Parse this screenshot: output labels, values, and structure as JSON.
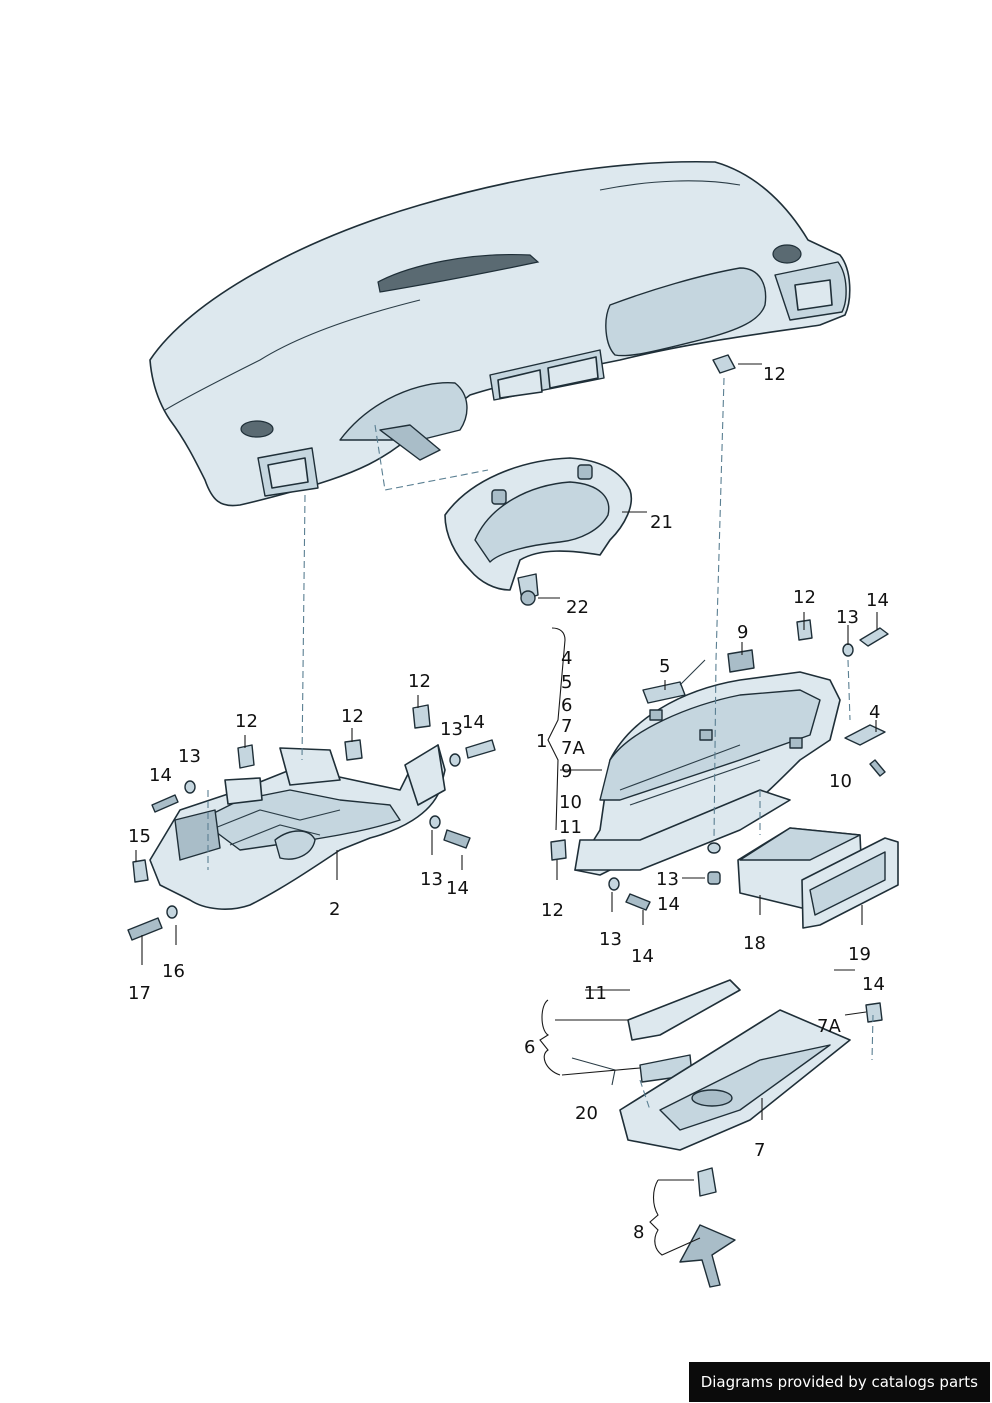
{
  "footer": {
    "credit": "Diagrams provided by catalogs parts"
  },
  "callouts": [
    {
      "id": "c21",
      "text": "21"
    },
    {
      "id": "c12a",
      "text": "12"
    },
    {
      "id": "c22",
      "text": "22"
    },
    {
      "id": "c4",
      "text": "4"
    },
    {
      "id": "c5",
      "text": "5"
    },
    {
      "id": "c6",
      "text": "6"
    },
    {
      "id": "c7",
      "text": "7"
    },
    {
      "id": "c7A",
      "text": "7A"
    },
    {
      "id": "c1",
      "text": "1"
    },
    {
      "id": "c9",
      "text": "9"
    },
    {
      "id": "c10",
      "text": "10"
    },
    {
      "id": "c11",
      "text": "11"
    },
    {
      "id": "c12b",
      "text": "12"
    },
    {
      "id": "c12c",
      "text": "12"
    },
    {
      "id": "c13a",
      "text": "13"
    },
    {
      "id": "c14a",
      "text": "14"
    },
    {
      "id": "c9b",
      "text": "9"
    },
    {
      "id": "c5b",
      "text": "5"
    },
    {
      "id": "c4b",
      "text": "4"
    },
    {
      "id": "c10b",
      "text": "10"
    },
    {
      "id": "c13b",
      "text": "13"
    },
    {
      "id": "c14b",
      "text": "14"
    },
    {
      "id": "c13c",
      "text": "13"
    },
    {
      "id": "c18",
      "text": "18"
    },
    {
      "id": "c19",
      "text": "19"
    },
    {
      "id": "c14c",
      "text": "14"
    },
    {
      "id": "c12d",
      "text": "12"
    },
    {
      "id": "c12e",
      "text": "12"
    },
    {
      "id": "c12f",
      "text": "12"
    },
    {
      "id": "c13d",
      "text": "13"
    },
    {
      "id": "c14d",
      "text": "14"
    },
    {
      "id": "c13e",
      "text": "13"
    },
    {
      "id": "c14e",
      "text": "14"
    },
    {
      "id": "c13f",
      "text": "13"
    },
    {
      "id": "c14f",
      "text": "14"
    },
    {
      "id": "c15",
      "text": "15"
    },
    {
      "id": "c2",
      "text": "2"
    },
    {
      "id": "c17",
      "text": "17"
    },
    {
      "id": "c16",
      "text": "16"
    },
    {
      "id": "c14g",
      "text": "14"
    },
    {
      "id": "c11b",
      "text": "11"
    },
    {
      "id": "c7Ab",
      "text": "7A"
    },
    {
      "id": "c6b",
      "text": "6"
    },
    {
      "id": "c20",
      "text": "20"
    },
    {
      "id": "c7b",
      "text": "7"
    },
    {
      "id": "c8",
      "text": "8"
    }
  ]
}
